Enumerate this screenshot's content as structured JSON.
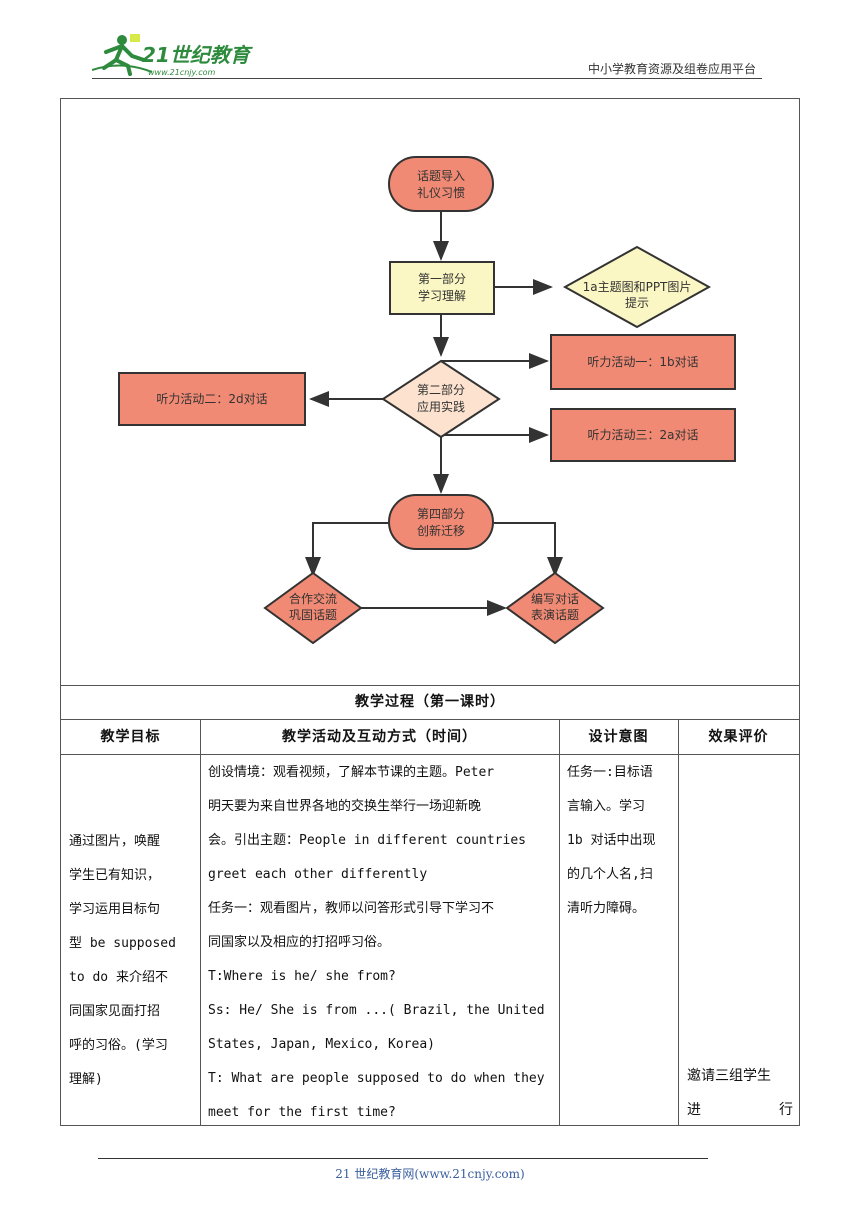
{
  "header": {
    "logo_text": "21世纪教育",
    "logo_url": "www.21cnjy.com",
    "platform": "中小学教育资源及组卷应用平台"
  },
  "flowchart": {
    "n1": [
      "话题导入",
      "礼仪习惯"
    ],
    "n2": [
      "第一部分",
      "学习理解"
    ],
    "n3": [
      "1a主题图和PPT图片",
      "提示"
    ],
    "n4": "听力活动一：1b对话",
    "n5": [
      "第二部分",
      "应用实践"
    ],
    "n6": "听力活动二：2d对话",
    "n7": "听力活动三：2a对话",
    "n8": [
      "第四部分",
      "创新迁移"
    ],
    "n9": [
      "合作交流",
      "巩固话题"
    ],
    "n10": [
      "编写对话",
      "表演话题"
    ]
  },
  "table": {
    "title": "教学过程（第一课时）",
    "headers": [
      "教学目标",
      "教学活动及互动方式（时间）",
      "设计意图",
      "效果评价"
    ],
    "goal_lines": [
      "通过图片，唤醒",
      "学生已有知识，",
      "学习运用目标句",
      "型 be supposed",
      "to do 来介绍不",
      "同国家见面打招",
      "呼的习俗。(学习",
      "理解)"
    ],
    "activity_lines": [
      "创设情境：观看视频，了解本节课的主题。Peter",
      "明天要为来自世界各地的交换生举行一场迎新晚",
      "会。引出主题：People in different countries",
      "greet each other differently",
      "任务一：观看图片，教师以问答形式引导下学习不",
      "同国家以及相应的打招呼习俗。",
      "T:Where is he/ she from?",
      "Ss: He/ She is from ...( Brazil, the United",
      "States, Japan, Mexico, Korea)",
      "T: What are people supposed to do when they",
      "meet for the first time?"
    ],
    "intent_lines": [
      "任务一:目标语",
      "言输入。学习",
      "1b 对话中出现",
      "的几个人名,扫",
      "清听力障碍。"
    ],
    "eval_line1": "邀请三组学生",
    "eval_line2_a": "进",
    "eval_line2_b": "行"
  },
  "footer": {
    "text": "21 世纪教育网(www.21cnjy.com)"
  },
  "colors": {
    "salmon": "#f08a74",
    "pale_yellow": "#fbf7c4",
    "pale_peach": "#fde3cf",
    "footer_blue": "#3a5fa0",
    "logo_green": "#2e8b3e"
  }
}
